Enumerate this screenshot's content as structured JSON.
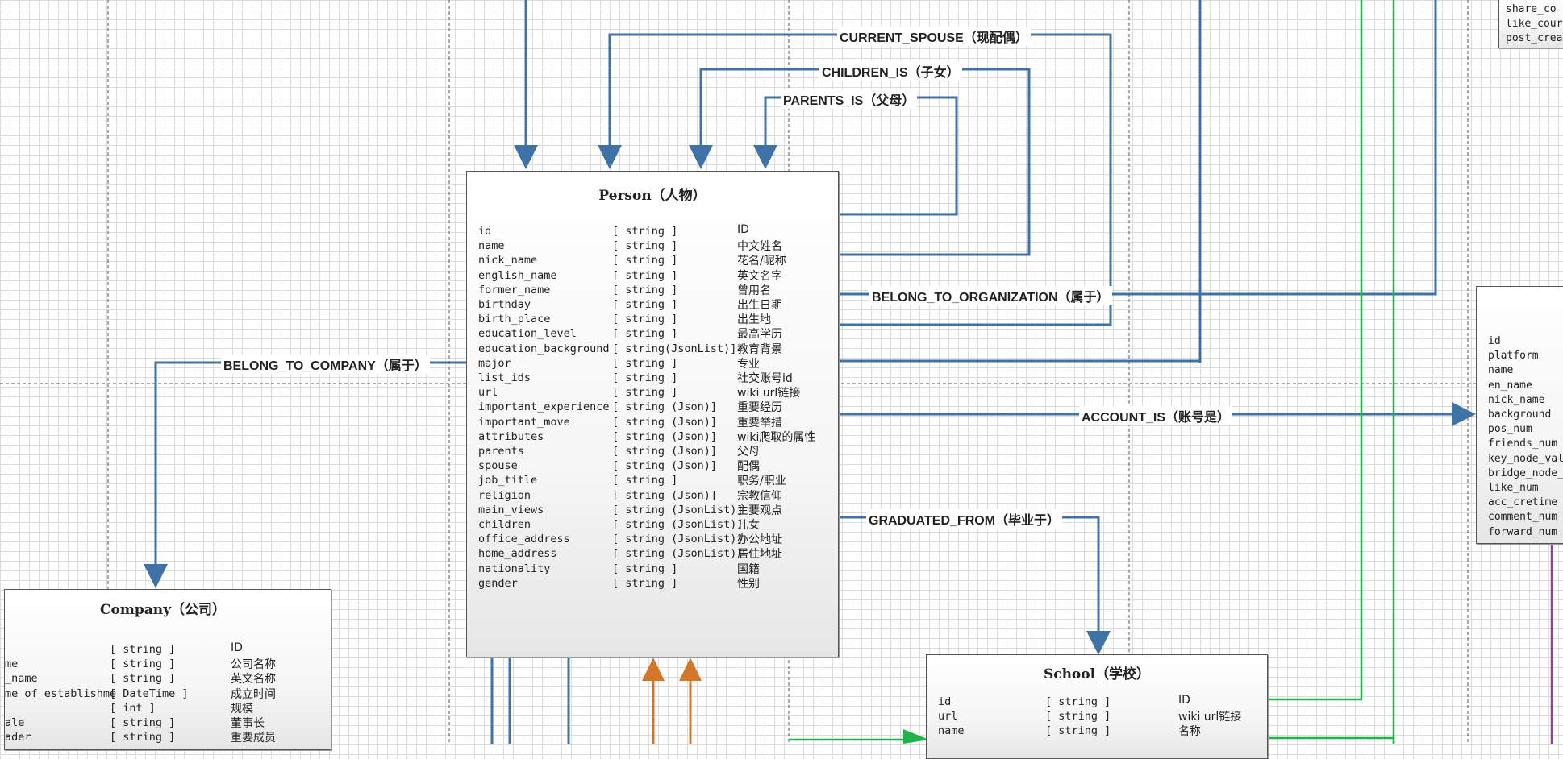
{
  "colors": {
    "relation_blue": "#3f73a7",
    "relation_orange": "#d2762a",
    "relation_green": "#21b24b",
    "relation_purple": "#9a3aa0",
    "grid": "#dcdcdc"
  },
  "person": {
    "title": "Person（人物）",
    "rows": [
      {
        "field": "id",
        "type": "[ string ]",
        "desc": "ID"
      },
      {
        "field": "name",
        "type": "[ string ]",
        "desc": "中文姓名"
      },
      {
        "field": "nick_name",
        "type": "[ string ]",
        "desc": "花名/昵称"
      },
      {
        "field": "english_name",
        "type": "[ string ]",
        "desc": "英文名字"
      },
      {
        "field": "former_name",
        "type": "[ string ]",
        "desc": "曾用名"
      },
      {
        "field": "birthday",
        "type": "[ string ]",
        "desc": "出生日期"
      },
      {
        "field": "birth_place",
        "type": "[ string ]",
        "desc": "出生地"
      },
      {
        "field": "education_level",
        "type": "[ string ]",
        "desc": "最高学历"
      },
      {
        "field": "education_background",
        "type": "[ string(JsonList)]",
        "desc": "教育背景"
      },
      {
        "field": "major",
        "type": "[ string ]",
        "desc": "专业"
      },
      {
        "field": "list_ids",
        "type": "[ string ]",
        "desc": "社交账号id"
      },
      {
        "field": "url",
        "type": "[ string ]",
        "desc": "wiki url链接"
      },
      {
        "field": "important_experience",
        "type": "[ string (Json)]",
        "desc": "重要经历"
      },
      {
        "field": "important_move",
        "type": "[ string (Json)]",
        "desc": "重要举措"
      },
      {
        "field": "attributes",
        "type": "[ string (Json)]",
        "desc": "wiki爬取的属性"
      },
      {
        "field": "parents",
        "type": "[ string (Json)]",
        "desc": "父母"
      },
      {
        "field": "spouse",
        "type": "[ string (Json)]",
        "desc": "配偶"
      },
      {
        "field": "job_title",
        "type": "[ string ]",
        "desc": "职务/职业"
      },
      {
        "field": "religion",
        "type": "[ string (Json)]",
        "desc": "宗教信仰"
      },
      {
        "field": "main_views",
        "type": "[ string (JsonList)]",
        "desc": "主要观点"
      },
      {
        "field": "children",
        "type": "[ string (JsonList)]",
        "desc": "儿女"
      },
      {
        "field": "office_address",
        "type": "[ string (JsonList)]",
        "desc": "办公地址"
      },
      {
        "field": "home_address",
        "type": "[ string (JsonList)]",
        "desc": "居住地址"
      },
      {
        "field": "nationality",
        "type": "[ string ]",
        "desc": "国籍"
      },
      {
        "field": "gender",
        "type": "[ string ]",
        "desc": "性别"
      }
    ]
  },
  "company": {
    "title": "Company（公司）",
    "rows": [
      {
        "field": "",
        "type": "[ string ]",
        "desc": "ID"
      },
      {
        "field": "me",
        "type": "[ string ]",
        "desc": "公司名称"
      },
      {
        "field": "_name",
        "type": "[ string ]",
        "desc": "英文名称"
      },
      {
        "field": "me_of_establishme",
        "type": "[ DateTime ]",
        "desc": "成立时间"
      },
      {
        "field": "",
        "type": "[ int ]",
        "desc": "规模"
      },
      {
        "field": "ale",
        "type": "[ string ]",
        "desc": "董事长"
      },
      {
        "field": "ader",
        "type": "[ string ]",
        "desc": "重要成员"
      }
    ]
  },
  "school": {
    "title": "School（学校）",
    "rows": [
      {
        "field": "id",
        "type": "[ string ]",
        "desc": "ID"
      },
      {
        "field": "url",
        "type": "[ string ]",
        "desc": "wiki url链接"
      },
      {
        "field": "name",
        "type": "[ string ]",
        "desc": "名称"
      }
    ]
  },
  "account": {
    "rows": [
      "id",
      "platform",
      "name",
      "en_name",
      "nick_name",
      "background",
      "pos_num",
      "friends_num",
      "key_node_val",
      "bridge_node_",
      "like_num",
      "acc_cretime",
      "comment_num",
      "forward_num"
    ]
  },
  "post": {
    "rows": [
      "share_co",
      "like_cour",
      "post_crea"
    ]
  },
  "relations": {
    "current_spouse": "CURRENT_SPOUSE（现配偶）",
    "children_is": "CHILDREN_IS（子女）",
    "parents_is": "PARENTS_IS（父母）",
    "belong_to_organization": "BELONG_TO_ORGANIZATION（属于）",
    "belong_to_company": "BELONG_TO_COMPANY（属于）",
    "account_is": "ACCOUNT_IS（账号是）",
    "graduated_from": "GRADUATED_FROM（毕业于）"
  }
}
